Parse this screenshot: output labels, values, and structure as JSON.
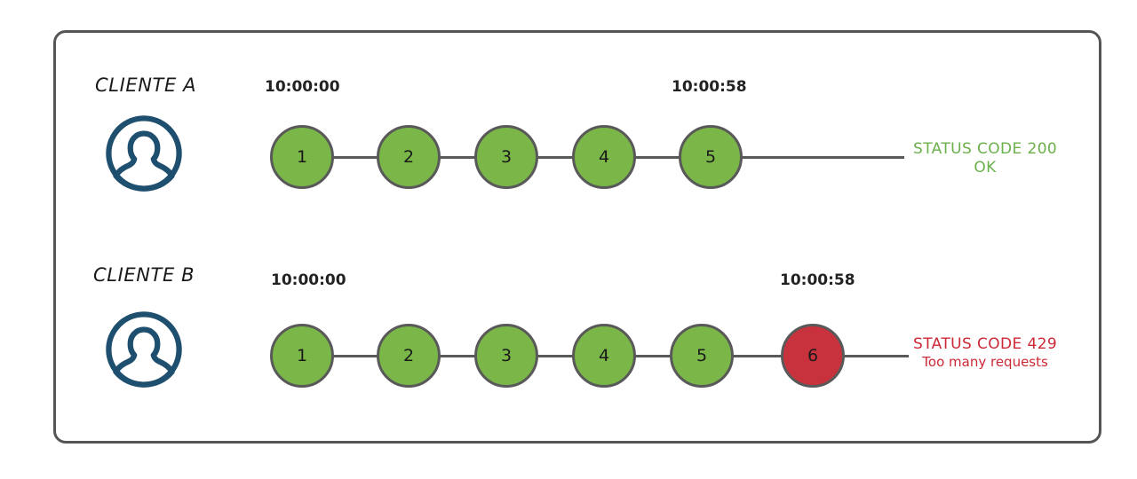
{
  "diagram": {
    "title_present": false,
    "colors": {
      "node_ok": "#7AB648",
      "node_error": "#C8323C",
      "node_border": "#595959",
      "link": "#595959",
      "frame_border": "#555555",
      "avatar": "#1F4F6F",
      "status_ok_text": "#6BB04A",
      "status_error_text": "#CC2936",
      "background": "#ffffff"
    },
    "rows": [
      {
        "id": "cliente-a",
        "client_label": "CLIENTE A",
        "avatar_icon": "user-avatar-icon",
        "start_time": "10:00:00",
        "end_time": "10:00:58",
        "requests": [
          {
            "n": "1",
            "state": "ok"
          },
          {
            "n": "2",
            "state": "ok"
          },
          {
            "n": "3",
            "state": "ok"
          },
          {
            "n": "4",
            "state": "ok"
          },
          {
            "n": "5",
            "state": "ok"
          }
        ],
        "status": {
          "line1": "STATUS CODE 200",
          "line2": "OK",
          "state": "ok"
        }
      },
      {
        "id": "cliente-b",
        "client_label": "CLIENTE B",
        "avatar_icon": "user-avatar-icon",
        "start_time": "10:00:00",
        "end_time": "10:00:58",
        "requests": [
          {
            "n": "1",
            "state": "ok"
          },
          {
            "n": "2",
            "state": "ok"
          },
          {
            "n": "3",
            "state": "ok"
          },
          {
            "n": "4",
            "state": "ok"
          },
          {
            "n": "5",
            "state": "ok"
          },
          {
            "n": "6",
            "state": "error"
          }
        ],
        "status": {
          "line1": "STATUS CODE 429",
          "line2": "Too many requests",
          "state": "error"
        }
      }
    ]
  }
}
